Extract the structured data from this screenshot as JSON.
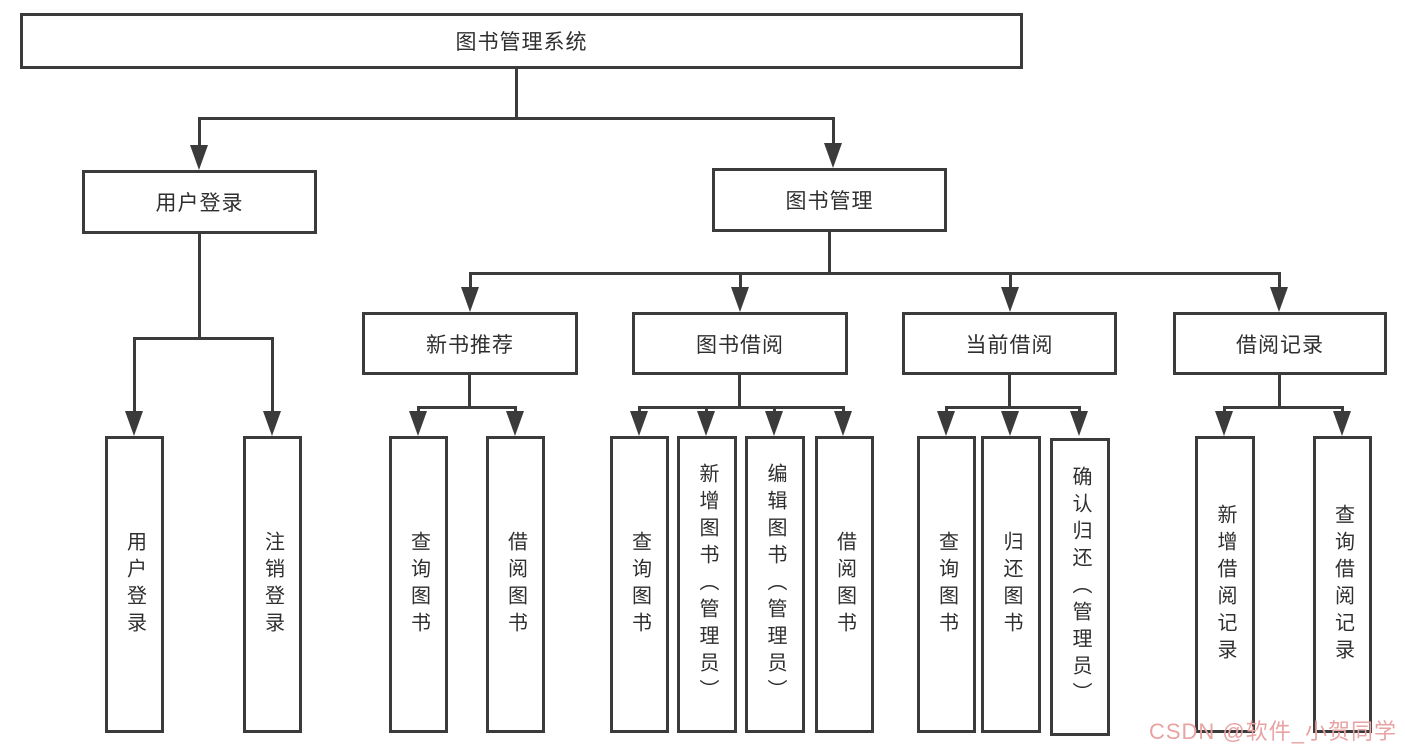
{
  "diagram": {
    "root": {
      "label": "图书管理系统"
    },
    "level2": [
      {
        "label": "用户登录"
      },
      {
        "label": "图书管理"
      }
    ],
    "level3": [
      {
        "label": "新书推荐"
      },
      {
        "label": "图书借阅"
      },
      {
        "label": "当前借阅"
      },
      {
        "label": "借阅记录"
      }
    ],
    "leaves": {
      "login": [
        "用户登录",
        "注销登录"
      ],
      "newbook": [
        "查询图书",
        "借阅图书"
      ],
      "borrow": [
        "查询图书",
        "新增图书（管理员）",
        "编辑图书（管理员）",
        "借阅图书"
      ],
      "current": [
        "查询图书",
        "归还图书",
        "确认归还（管理员）"
      ],
      "records": [
        "新增借阅记录",
        "查询借阅记录"
      ]
    }
  },
  "watermark": {
    "text": "CSDN @软件_小贺同学"
  },
  "colors": {
    "line": "#3b3b3b",
    "box_background": "#ffffff",
    "text": "#2f2f2f",
    "watermark": "#e8a3a3"
  }
}
